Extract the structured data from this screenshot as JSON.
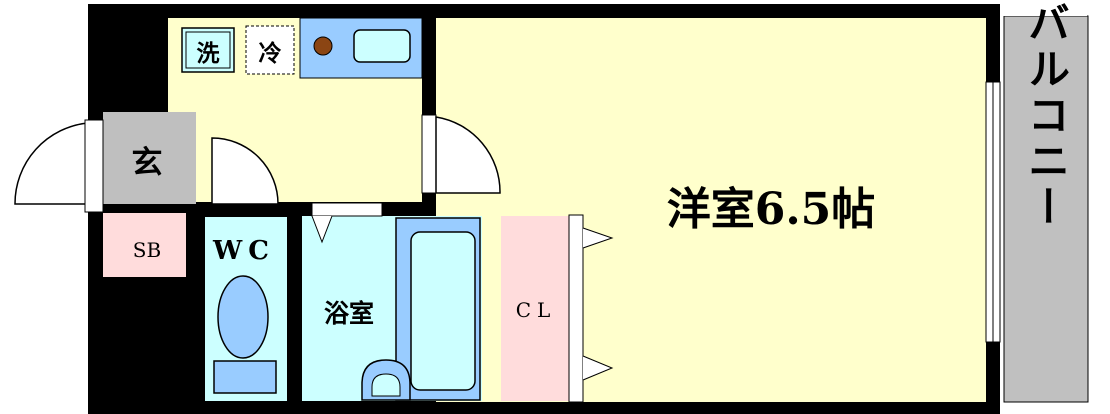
{
  "rooms": {
    "western_room": "洋室6.5帖",
    "balcony": "バルコニー",
    "entrance": "玄",
    "shoebox": "SB",
    "toilet": "WC",
    "bathroom": "浴室",
    "closet": "CL",
    "washer": "洗",
    "fridge": "冷"
  },
  "colors": {
    "wall": "#000000",
    "room_floor": "#ffffcc",
    "wet_area": "#ccffff",
    "closet_floor": "#ffdcdc",
    "entrance_floor": "#bfbfbf",
    "balcony_floor": "#c0c0c0",
    "fixture_blue": "#99ccff",
    "stove": "#8b4513"
  },
  "icons": [
    "washer-icon",
    "fridge-icon",
    "stove-burner-icon",
    "sink-icon",
    "toilet-icon",
    "bathtub-icon",
    "washbasin-icon"
  ]
}
